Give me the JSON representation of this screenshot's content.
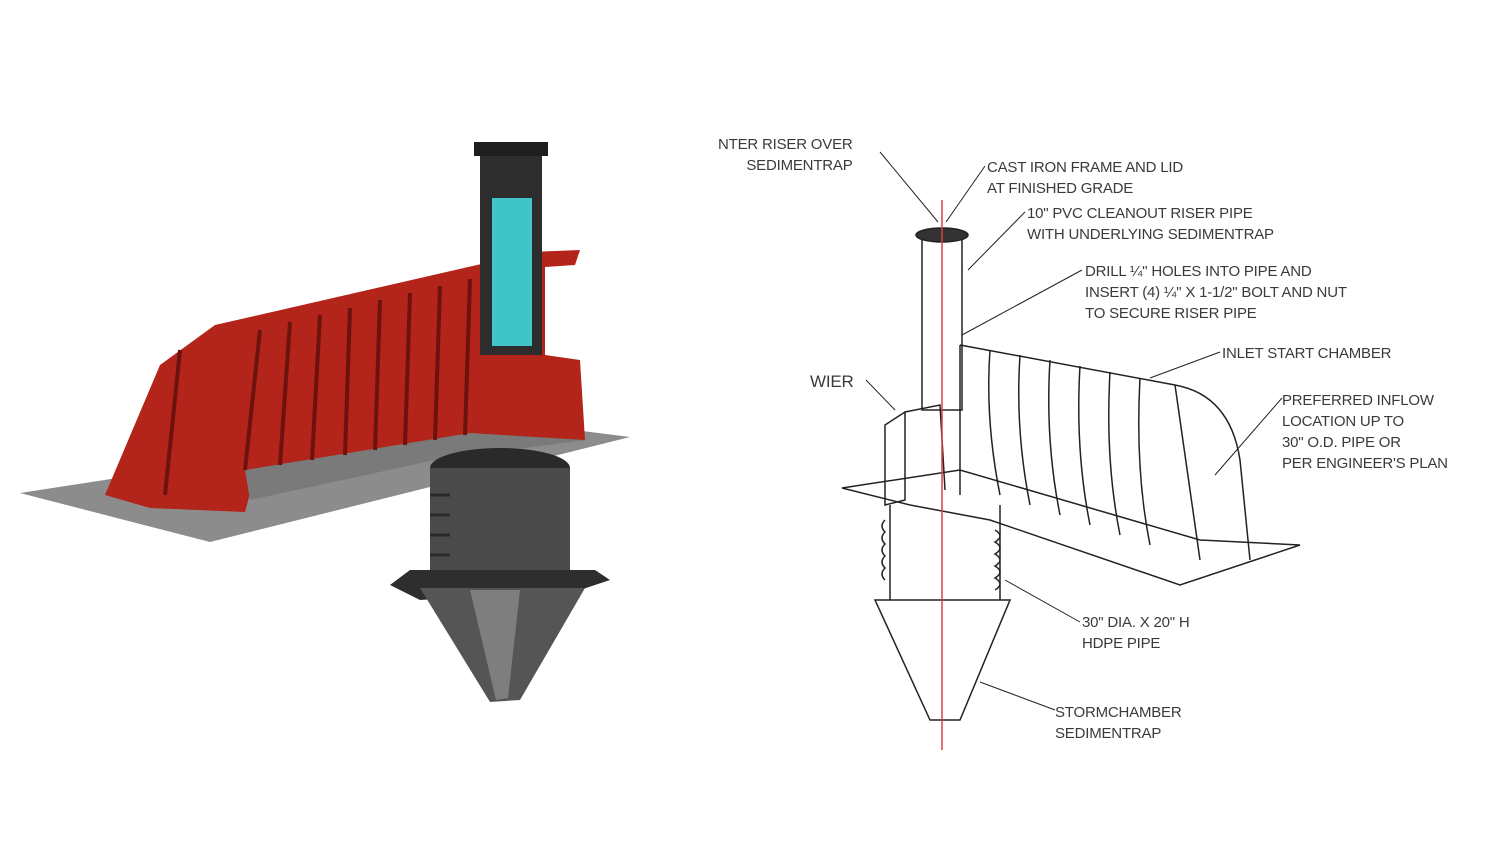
{
  "colors": {
    "chamber_red": "#b3241a",
    "riser_cyan": "#3fc4c8",
    "base_gray": "#8a8a8a",
    "trap_dark": "#3c3c3c",
    "centerline": "#d94040"
  },
  "labels": {
    "center_riser": [
      "NTER RISER OVER",
      "SEDIMENTRAP"
    ],
    "cast_iron": [
      "CAST IRON FRAME AND LID",
      "AT FINISHED GRADE"
    ],
    "pvc_riser": [
      "10\" PVC CLEANOUT RISER PIPE",
      "WITH UNDERLYING SEDIMENTRAP"
    ],
    "drill": [
      "DRILL ¼\" HOLES INTO PIPE AND",
      "INSERT (4) ¼\" X 1-1/2\" BOLT AND NUT",
      "TO SECURE RISER PIPE"
    ],
    "inlet": [
      "INLET START CHAMBER"
    ],
    "wier": [
      "WIER"
    ],
    "inflow": [
      "PREFERRED INFLOW",
      "LOCATION UP TO",
      "30\" O.D. PIPE OR",
      "PER ENGINEER'S PLAN"
    ],
    "hdpe": [
      "30\" DIA. X 20\" H",
      "HDPE PIPE"
    ],
    "sedimentrap": [
      "STORMCHAMBER",
      "SEDIMENTRAP"
    ]
  }
}
